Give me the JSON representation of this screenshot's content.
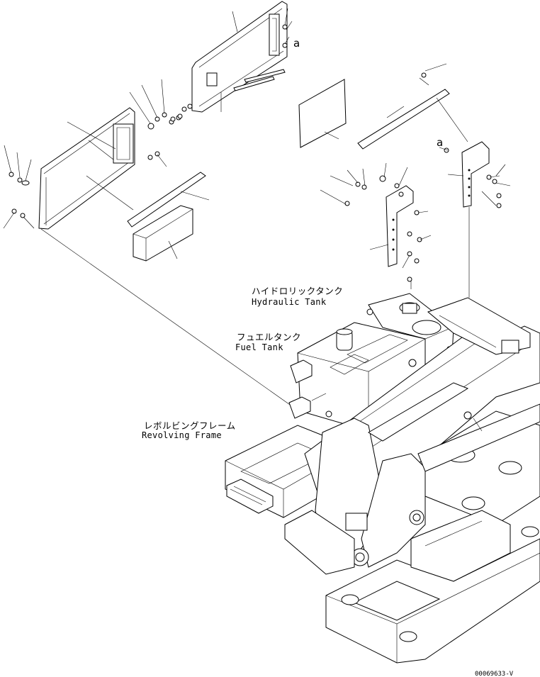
{
  "labels": {
    "hydraulic_tank_jp": "ハイドロリックタンク",
    "hydraulic_tank_en": "Hydraulic Tank",
    "fuel_tank_jp": "フュエルタンク",
    "fuel_tank_en": "Fuel Tank",
    "revolving_frame_jp": "レボルビングフレーム",
    "revolving_frame_en": "Revolving Frame",
    "callout_a_top": "a",
    "callout_a_right": "a",
    "drawing_code": "00069633-V"
  }
}
